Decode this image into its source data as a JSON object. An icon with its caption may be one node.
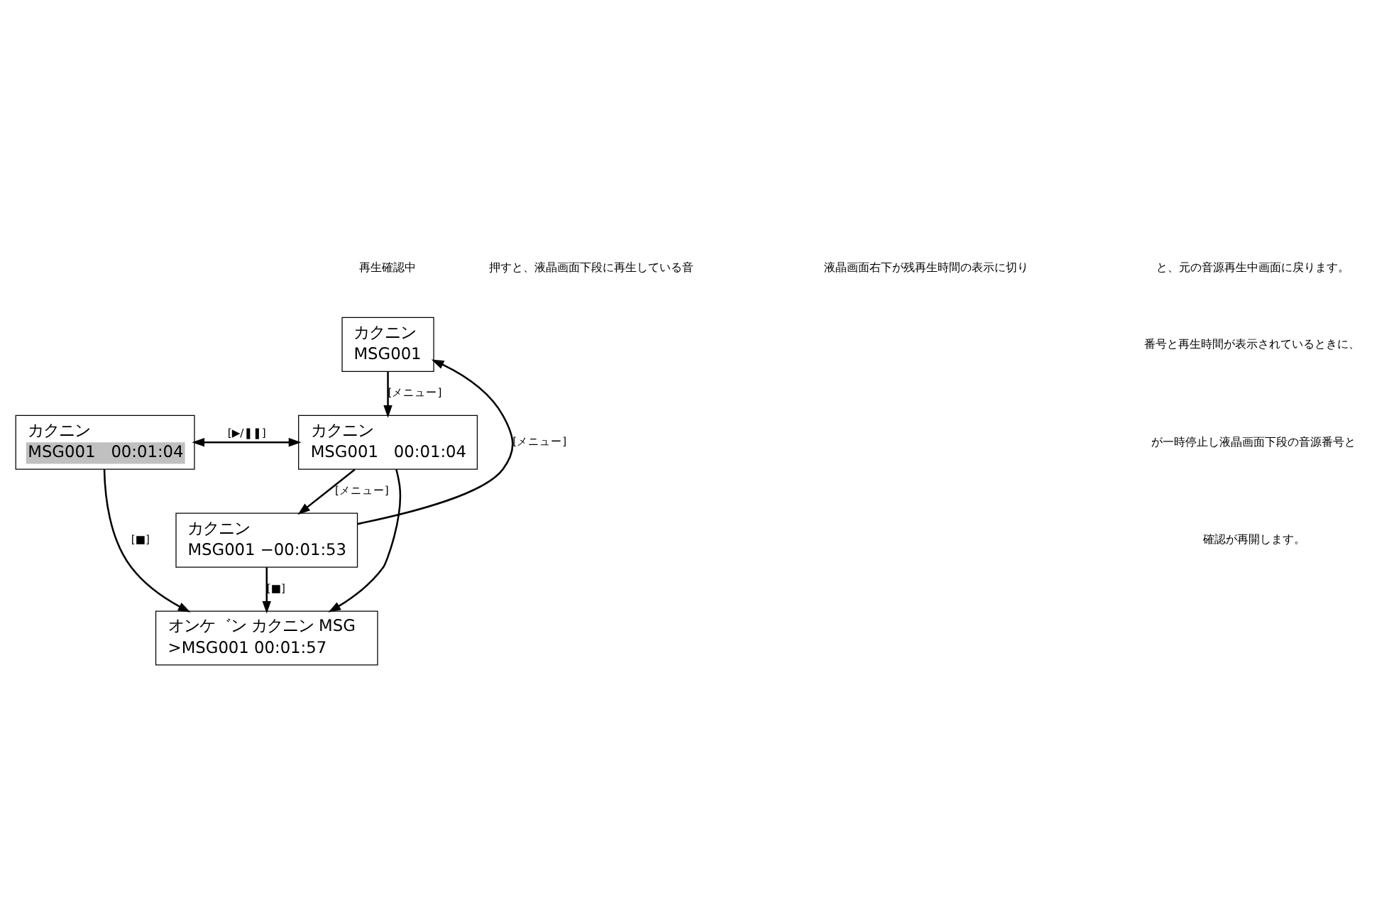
{
  "diagram": {
    "nodes": [
      {
        "text": [
          "カクニン",
          "MSG001"
        ],
        "beside": [
          "再生確認中"
        ]
      },
      {
        "text": [
          "カクニン",
          "MSG001　00:01:04"
        ]
      },
      {
        "text": [
          "カクニン",
          "MSG001　00:01:04"
        ]
      },
      {
        "text": [
          "カクニン",
          "MSG001 −00:01:53"
        ]
      },
      {
        "text": [
          "オンケ゛ン カクニン MSG",
          ">MSG001 00:01:57"
        ]
      }
    ],
    "edges": [
      {
        "from": 0,
        "to": 2,
        "arrow": "to",
        "label": "[メニュー]"
      },
      {
        "from": 1,
        "to": 2,
        "arrow": "both",
        "label": "[▶/❚❚]"
      },
      {
        "from": 1,
        "to": 4,
        "arrow": "to",
        "label": "[■]"
      },
      {
        "from": 2,
        "to": 4,
        "arrow": "to"
      },
      {
        "from": 2,
        "to": 3,
        "arrow": "to",
        "label": "[メニュー]"
      },
      {
        "from": 3,
        "to": 0,
        "arrow": "to",
        "label": "[メニュー]"
      },
      {
        "from": 3,
        "to": 4,
        "arrow": "to",
        "label": "[■]"
      }
    ],
    "labels": [
      "押すと、液晶画面下段に再生している音",
      "液晶画面右下が残再生時間の表示に切り",
      "と、元の音源再生中画面に戻ります。",
      "番号と再生時間が表示されているときに、",
      "が一時停止し液晶画面下段の音源番号と",
      "確認が再開します。"
    ]
  }
}
